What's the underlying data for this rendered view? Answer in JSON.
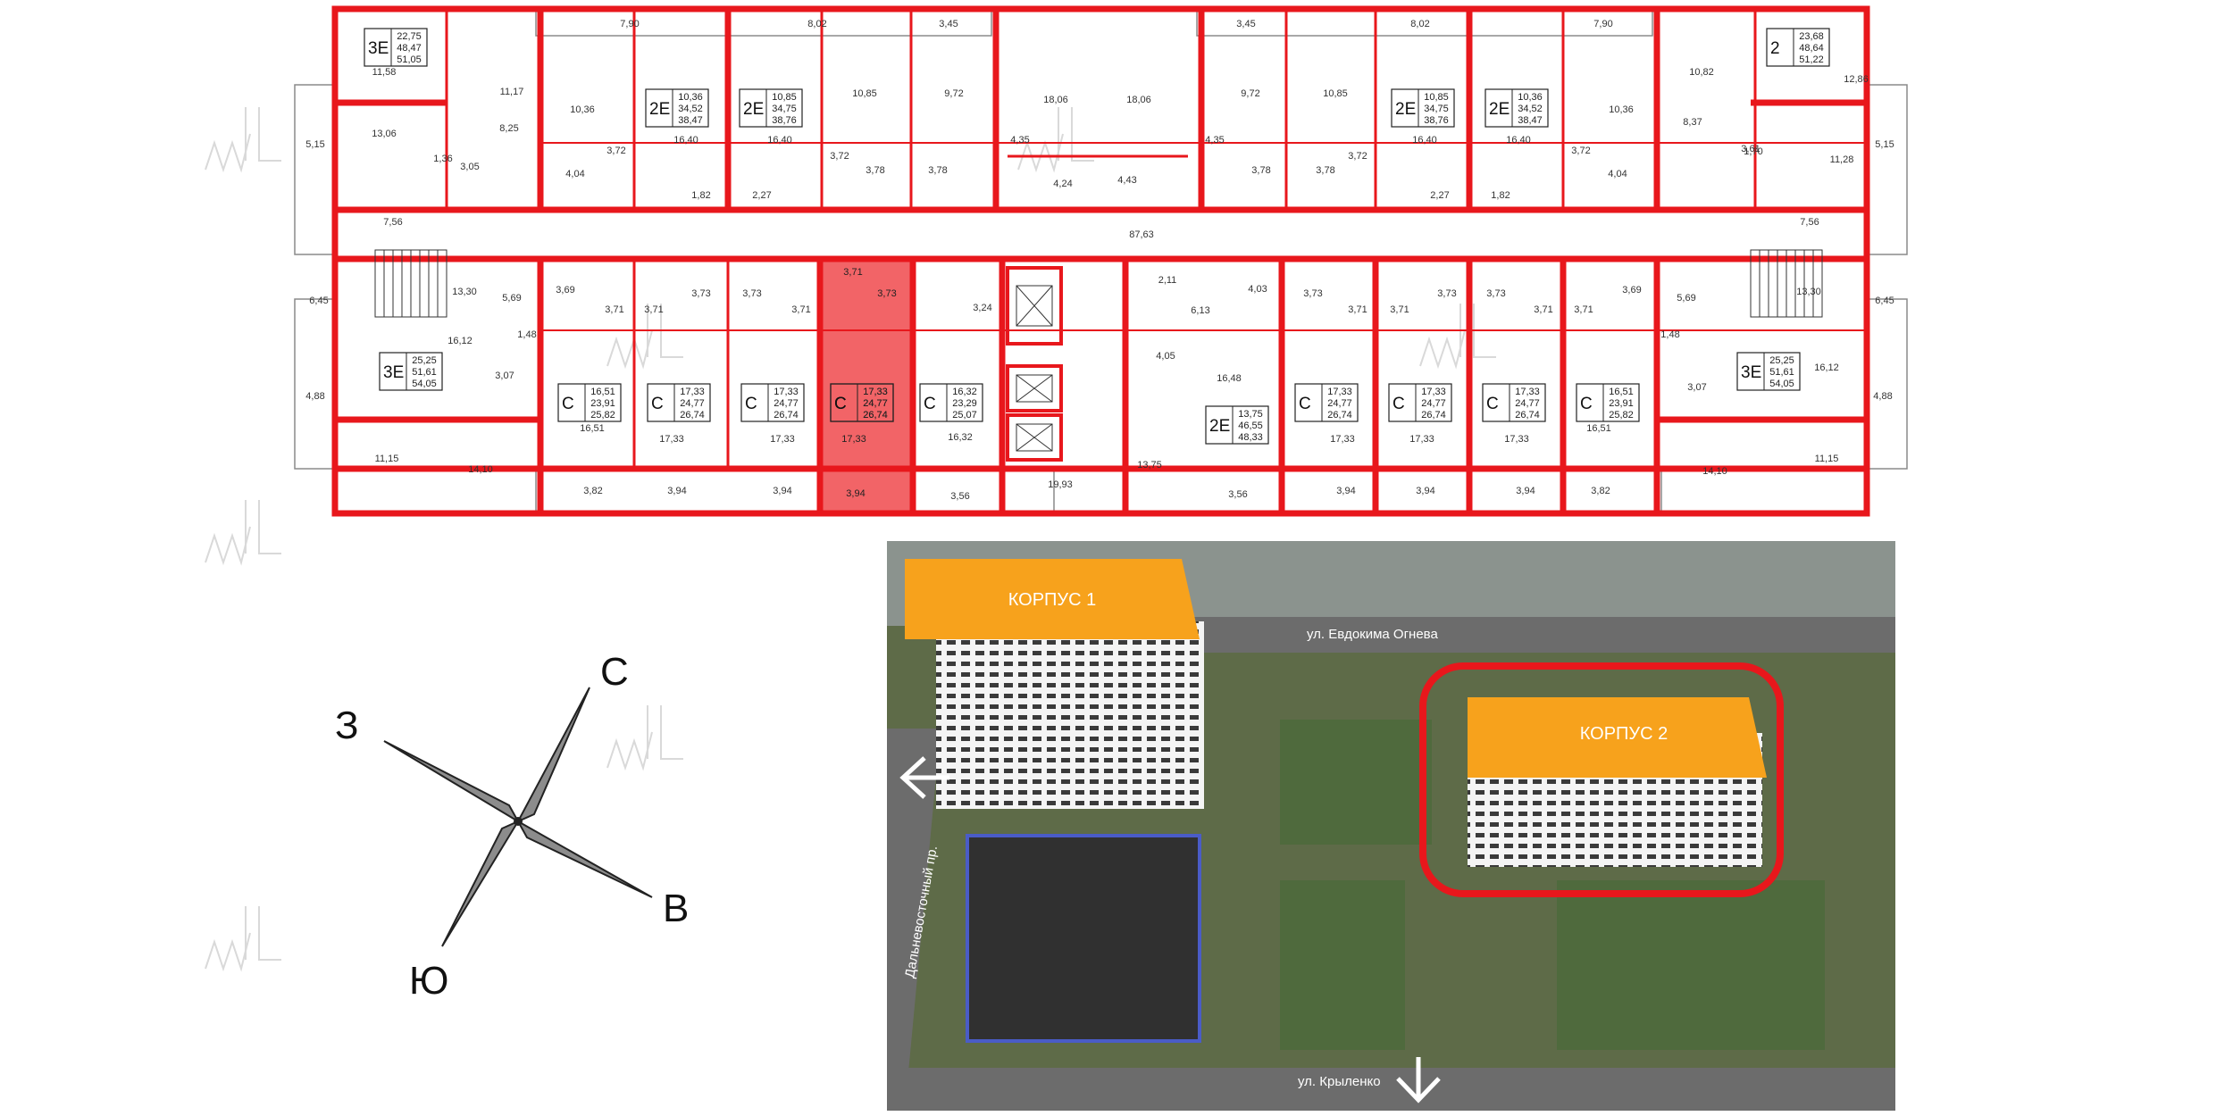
{
  "selected_unit": {
    "type": "С",
    "areas": [
      "17,33",
      "24,77",
      "26,74"
    ],
    "room_area": "17,33",
    "balcony": "3,94",
    "hall": "3,71",
    "bath": "3,73"
  },
  "colors": {
    "wall": "#e8171c",
    "selected_fill": "#f26467",
    "tower": "#f7a21c",
    "site_frame": "#e8171c"
  },
  "unit_tags": [
    {
      "type": "3Е",
      "areas": [
        "22,75",
        "48,47",
        "51,05"
      ]
    },
    {
      "type": "2Е",
      "areas": [
        "10,36",
        "34,52",
        "38,47"
      ]
    },
    {
      "type": "2Е",
      "areas": [
        "10,85",
        "34,75",
        "38,76"
      ]
    },
    {
      "type": "2Е",
      "areas": [
        "10,85",
        "34,75",
        "38,76"
      ]
    },
    {
      "type": "2Е",
      "areas": [
        "10,36",
        "34,52",
        "38,47"
      ]
    },
    {
      "type": "2",
      "areas": [
        "23,68",
        "48,64",
        "51,22"
      ]
    },
    {
      "type": "3Е",
      "areas": [
        "25,25",
        "51,61",
        "54,05"
      ]
    },
    {
      "type": "С",
      "areas": [
        "16,51",
        "23,91",
        "25,82"
      ]
    },
    {
      "type": "С",
      "areas": [
        "17,33",
        "24,77",
        "26,74"
      ]
    },
    {
      "type": "С",
      "areas": [
        "17,33",
        "24,77",
        "26,74"
      ]
    },
    {
      "type": "С",
      "areas": [
        "17,33",
        "24,77",
        "26,74"
      ]
    },
    {
      "type": "С",
      "areas": [
        "16,32",
        "23,29",
        "25,07"
      ]
    },
    {
      "type": "2Е",
      "areas": [
        "13,75",
        "46,55",
        "48,33"
      ]
    },
    {
      "type": "С",
      "areas": [
        "17,33",
        "24,77",
        "26,74"
      ]
    },
    {
      "type": "С",
      "areas": [
        "17,33",
        "24,77",
        "26,74"
      ]
    },
    {
      "type": "С",
      "areas": [
        "17,33",
        "24,77",
        "26,74"
      ]
    },
    {
      "type": "С",
      "areas": [
        "16,51",
        "23,91",
        "25,82"
      ]
    },
    {
      "type": "3Е",
      "areas": [
        "25,25",
        "51,61",
        "54,05"
      ]
    }
  ],
  "room_labels": [
    "7,90",
    "8,02",
    "3,45",
    "3,45",
    "8,02",
    "7,90",
    "11,58",
    "11,17",
    "10,36",
    "10,85",
    "9,72",
    "18,06",
    "18,06",
    "9,72",
    "10,85",
    "10,36",
    "10,82",
    "12,86",
    "5,15",
    "13,06",
    "8,25",
    "16,40",
    "16,40",
    "4,35",
    "4,35",
    "16,40",
    "16,40",
    "8,37",
    "11,28",
    "5,15",
    "3,72",
    "3,72",
    "3,72",
    "3,72",
    "3,61",
    "1,70",
    "1,36",
    "3,05",
    "4,04",
    "1,82",
    "2,27",
    "3,78",
    "3,78",
    "4,24",
    "4,43",
    "3,78",
    "3,78",
    "2,27",
    "1,82",
    "4,04",
    "7,56",
    "87,63",
    "7,56",
    "3,69",
    "3,71",
    "3,71",
    "3,73",
    "3,73",
    "3,71",
    "3,24",
    "2,11",
    "6,13",
    "4,03",
    "3,73",
    "3,71",
    "3,71",
    "3,73",
    "3,73",
    "3,71",
    "3,71",
    "3,69",
    "6,45",
    "13,30",
    "5,69",
    "16,12",
    "1,48",
    "3,07",
    "13,30",
    "5,69",
    "6,45",
    "1,48",
    "16,12",
    "3,07",
    "4,05",
    "16,48",
    "4,88",
    "4,88",
    "16,51",
    "17,33",
    "17,33",
    "16,32",
    "17,33",
    "17,33",
    "17,33",
    "16,51",
    "11,15",
    "14,10",
    "3,82",
    "3,94",
    "3,94",
    "3,56",
    "19,93",
    "13,75",
    "3,56",
    "3,94",
    "3,94",
    "3,94",
    "3,82",
    "14,10",
    "11,15"
  ],
  "compass": {
    "north": "С",
    "west": "З",
    "east": "В",
    "south": "Ю"
  },
  "site": {
    "building1": "КОРПУС 1",
    "building2": "КОРПУС 2",
    "street_top": "ул. Евдокима Огнева",
    "street_left": "Дальневосточный пр.",
    "street_bottom": "ул. Крыленко"
  }
}
